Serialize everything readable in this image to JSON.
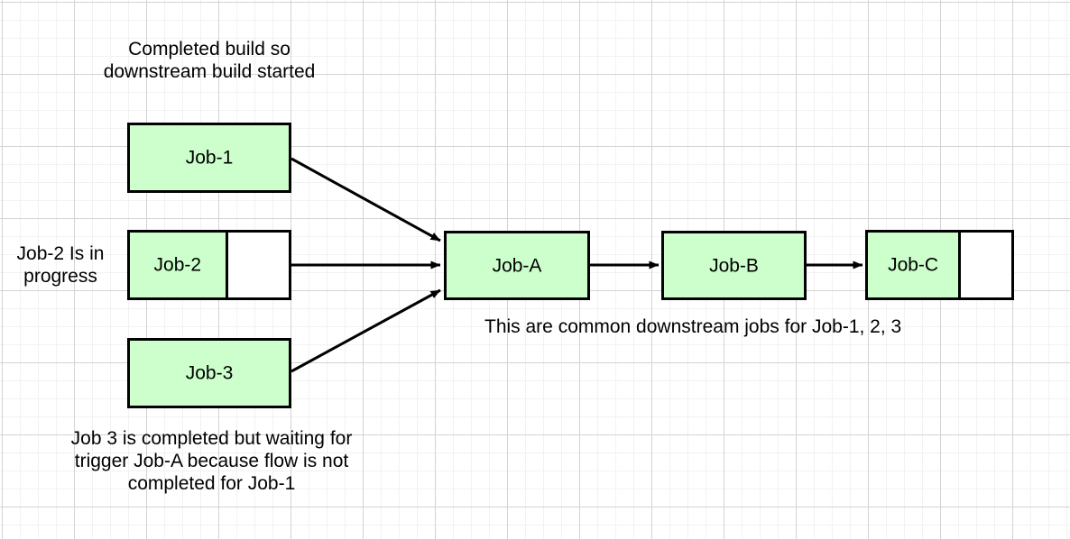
{
  "diagram": {
    "title_colors": {
      "node_fill": "#ccffcc",
      "node_border": "#000000",
      "edge": "#000000",
      "grid_minor": "#f2f2f2",
      "grid_major": "#d3d3d3",
      "background": "#ffffff",
      "text": "#000000"
    },
    "nodes": [
      {
        "id": "job-1",
        "label": "Job-1",
        "state": "completed",
        "fill_percent": 100
      },
      {
        "id": "job-2",
        "label": "Job-2",
        "state": "in-progress",
        "fill_percent": 60
      },
      {
        "id": "job-3",
        "label": "Job-3",
        "state": "completed",
        "fill_percent": 100
      },
      {
        "id": "job-a",
        "label": "Job-A",
        "state": "completed",
        "fill_percent": 100
      },
      {
        "id": "job-b",
        "label": "Job-B",
        "state": "completed",
        "fill_percent": 100
      },
      {
        "id": "job-c",
        "label": "Job-C",
        "state": "in-progress",
        "fill_percent": 63
      }
    ],
    "annotations": {
      "top_note": "Completed build so\ndownstream build started",
      "left_note": "Job-2 Is in\nprogress",
      "middle_note": "This are common downstream jobs for Job-1, 2, 3",
      "bottom_note": "Job 3 is completed but waiting for\ntrigger Job-A because flow is not\ncompleted for Job-1"
    },
    "edges": [
      {
        "from": "job-1",
        "to": "job-a"
      },
      {
        "from": "job-2",
        "to": "job-a"
      },
      {
        "from": "job-3",
        "to": "job-a"
      },
      {
        "from": "job-a",
        "to": "job-b"
      },
      {
        "from": "job-b",
        "to": "job-c"
      }
    ]
  }
}
